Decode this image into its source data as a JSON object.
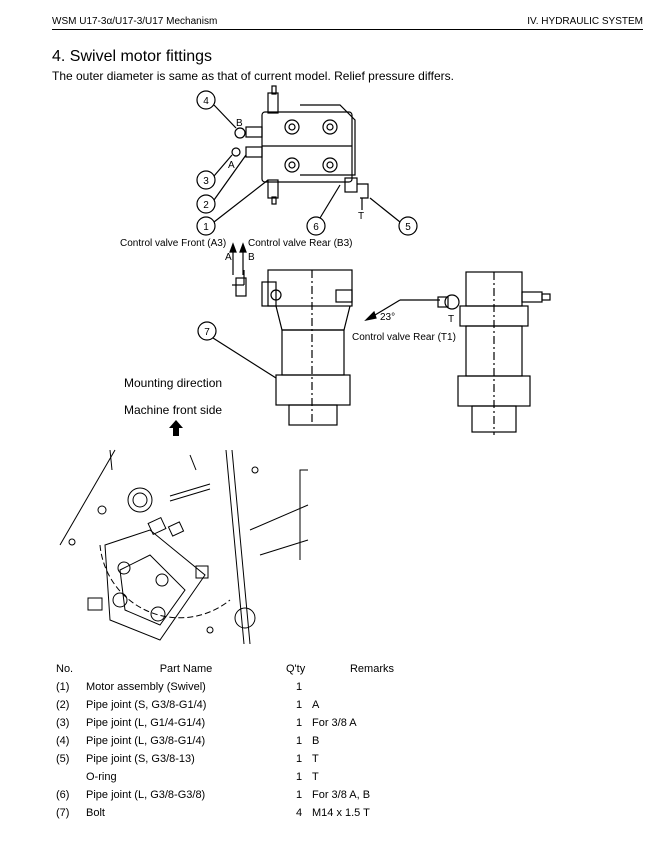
{
  "header": {
    "left": "WSM U17-3α/U17-3/U17 Mechanism",
    "right": "IV. HYDRAULIC SYSTEM"
  },
  "section": {
    "title": "4.  Swivel motor fittings",
    "subtitle": "The outer diameter is same as that of current model. Relief pressure differs."
  },
  "figure_labels": {
    "ctrl_front": "Control valve  Front (A3)",
    "ctrl_rear_b3": "Control valve  Rear (B3)",
    "ctrl_rear_t1": "Control valve  Rear (T1)",
    "angle": "23°",
    "port_a": "A",
    "port_b": "B",
    "port_t": "T",
    "mounting_direction": "Mounting direction",
    "machine_front": "Machine front side",
    "callouts": [
      "1",
      "2",
      "3",
      "4",
      "5",
      "6",
      "7"
    ]
  },
  "table": {
    "headers": [
      "No.",
      "Part Name",
      "Q'ty",
      "Remarks"
    ],
    "rows": [
      {
        "no": "(1)",
        "name": "Motor assembly (Swivel)",
        "qty": "1",
        "remarks": ""
      },
      {
        "no": "(2)",
        "name": "Pipe joint (S, G3/8-G1/4)",
        "qty": "1",
        "remarks": "A"
      },
      {
        "no": "(3)",
        "name": "Pipe joint (L, G1/4-G1/4)",
        "qty": "1",
        "remarks": "For 3/8  A"
      },
      {
        "no": "(4)",
        "name": "Pipe joint (L, G3/8-G1/4)",
        "qty": "1",
        "remarks": "B"
      },
      {
        "no": "(5)",
        "name": "Pipe joint (S, G3/8-13)",
        "qty": "1",
        "remarks": "T"
      },
      {
        "no": "",
        "name": "O-ring",
        "qty": "1",
        "remarks": "T"
      },
      {
        "no": "(6)",
        "name": "Pipe joint (L, G3/8-G3/8)",
        "qty": "1",
        "remarks": "For 3/8  A, B"
      },
      {
        "no": "(7)",
        "name": "Bolt",
        "qty": "4",
        "remarks": "M14 x 1.5  T"
      }
    ]
  }
}
